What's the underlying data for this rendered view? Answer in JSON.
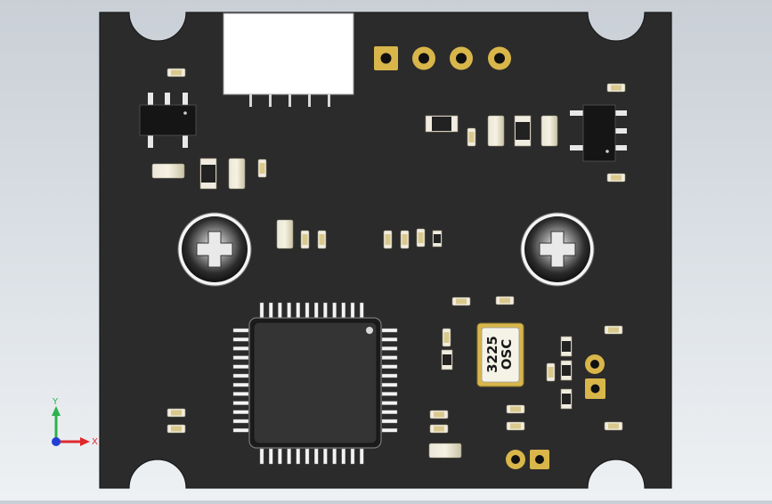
{
  "board": {
    "crystal_marking": [
      "3225",
      "OSC"
    ]
  },
  "triad": {
    "y_label": "Y",
    "x_label": "X",
    "y_color": "#2bb24c",
    "x_color": "#e0282c",
    "origin_color": "#1f3fd6"
  },
  "colors": {
    "pcb": "#2b2b2b",
    "pad_gold": "#d8b64a",
    "silk": "#ffffff",
    "ic_body": "#1b1b1b"
  }
}
